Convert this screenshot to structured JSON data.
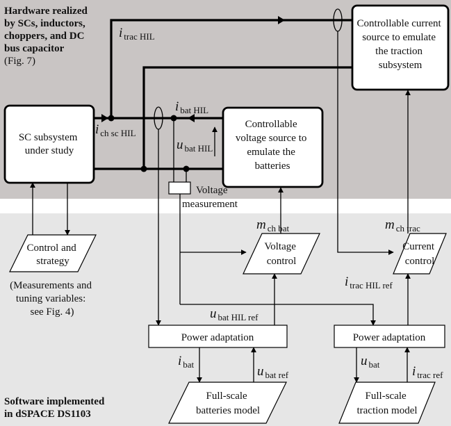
{
  "colors": {
    "hardware_bg": "#c9c5c4",
    "software_bg": "#e6e6e6",
    "line": "#000000",
    "box_fill": "#ffffff"
  },
  "regions": {
    "hardware_title": [
      "Hardware realized",
      "by SCs, inductors,",
      "choppers, and DC",
      "bus capacitor"
    ],
    "hardware_ref": "(Fig. 7)",
    "software_title": [
      "Software implemented",
      "in dSPACE DS1103"
    ]
  },
  "blocks": {
    "sc_subsystem": [
      "SC subsystem",
      "under study"
    ],
    "voltage_source": [
      "Controllable",
      "voltage source to",
      "emulate the",
      "batteries"
    ],
    "current_source": [
      "Controllable current",
      "source to emulate",
      "the traction",
      "subsystem"
    ],
    "control_strategy": [
      "Control and",
      "strategy"
    ],
    "voltage_control": [
      "Voltage",
      "control"
    ],
    "current_control": [
      "Current",
      "control"
    ],
    "power_adaptation_left": "Power adaptation",
    "power_adaptation_right": "Power adaptation",
    "batteries_model": [
      "Full-scale",
      "batteries model"
    ],
    "traction_model": [
      "Full-scale",
      "traction model"
    ],
    "voltage_measurement": [
      "Voltage",
      "measurement"
    ]
  },
  "notes": {
    "measurements": [
      "(Measurements and",
      "tuning variables:",
      "see Fig. 4)"
    ]
  },
  "signals": {
    "i_trac_hil": {
      "sym": "i",
      "sub": "trac HIL"
    },
    "i_ch_sc_hil": {
      "sym": "i",
      "sub": "ch sc HIL"
    },
    "i_bat_hil": {
      "sym": "i",
      "sub": "bat HIL"
    },
    "u_bat_hil": {
      "sym": "u",
      "sub": "bat HIL"
    },
    "m_ch_bat": {
      "sym": "m",
      "sub": "ch bat"
    },
    "m_ch_trac": {
      "sym": "m",
      "sub": "ch trac"
    },
    "i_trac_hil_ref": {
      "sym": "i",
      "sub": "trac HIL ref"
    },
    "u_bat_hil_ref": {
      "sym": "u",
      "sub": "bat HIL ref"
    },
    "i_bat": {
      "sym": "i",
      "sub": "bat"
    },
    "u_bat_ref": {
      "sym": "u",
      "sub": "bat ref"
    },
    "u_bat": {
      "sym": "u",
      "sub": "bat"
    },
    "i_trac_ref": {
      "sym": "i",
      "sub": "trac ref"
    }
  }
}
